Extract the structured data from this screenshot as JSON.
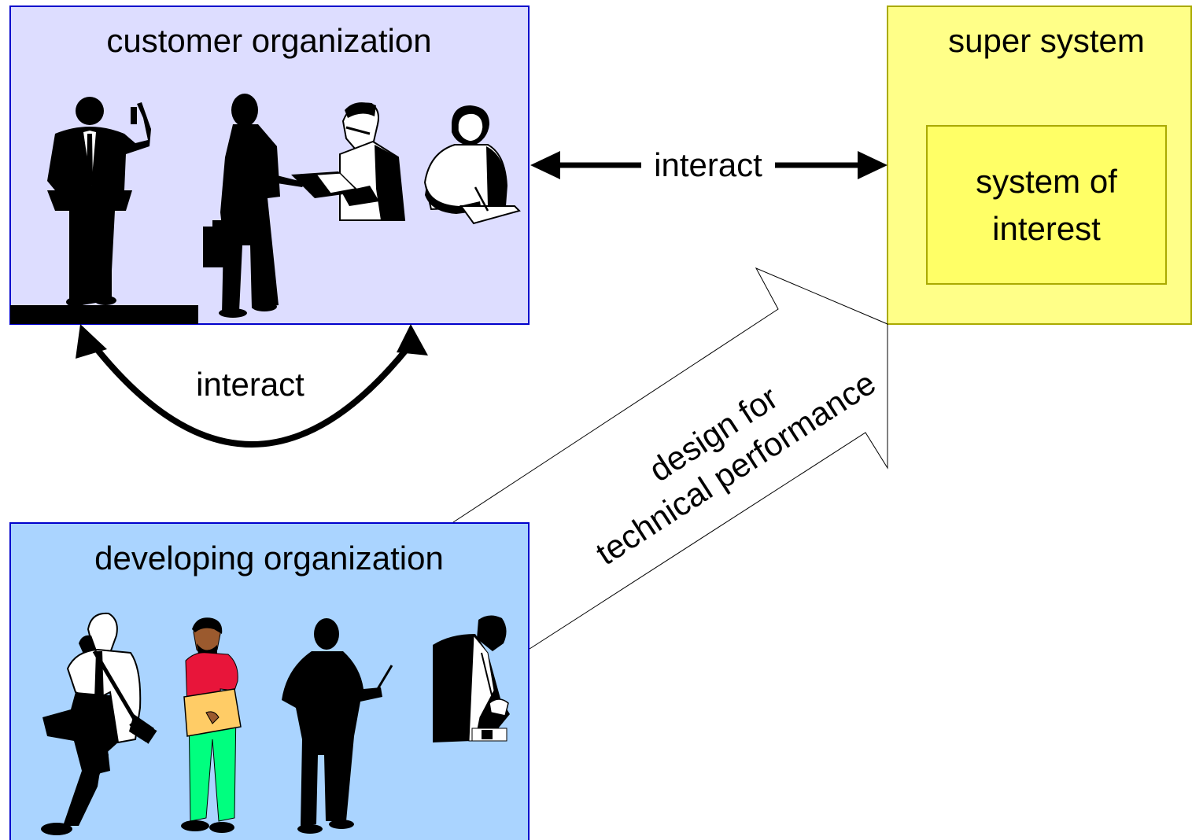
{
  "customer_org": {
    "title": "customer organization",
    "fill": "#DDDDFF",
    "border": "#0000CC"
  },
  "developing_org": {
    "title": "developing organization",
    "fill": "#AAD4FF",
    "border": "#0000CC"
  },
  "super_system": {
    "title": "super system",
    "fill": "#FFFF88",
    "border": "#AAAA00"
  },
  "system_of_interest": {
    "line1": "system of",
    "line2": "interest",
    "fill": "#FFFF66"
  },
  "interact_horizontal": {
    "label": "interact"
  },
  "interact_curved": {
    "label": "interact"
  },
  "design_arrow": {
    "line1": "design for",
    "line2": "technical performance"
  },
  "icons": {
    "customer_people": [
      "speaker-at-podium-icon",
      "man-with-briefcase-icon",
      "man-reading-document-icon",
      "woman-writing-icon"
    ],
    "developer_people": [
      "man-on-phone-icon",
      "man-holding-folder-icon",
      "man-with-pointer-icon",
      "man-examining-device-icon"
    ]
  },
  "colors": {
    "folder": "#FFCC66",
    "shirt_red": "#E8153A",
    "pants_green": "#00FF7F",
    "skin": "#9B5A2E"
  }
}
